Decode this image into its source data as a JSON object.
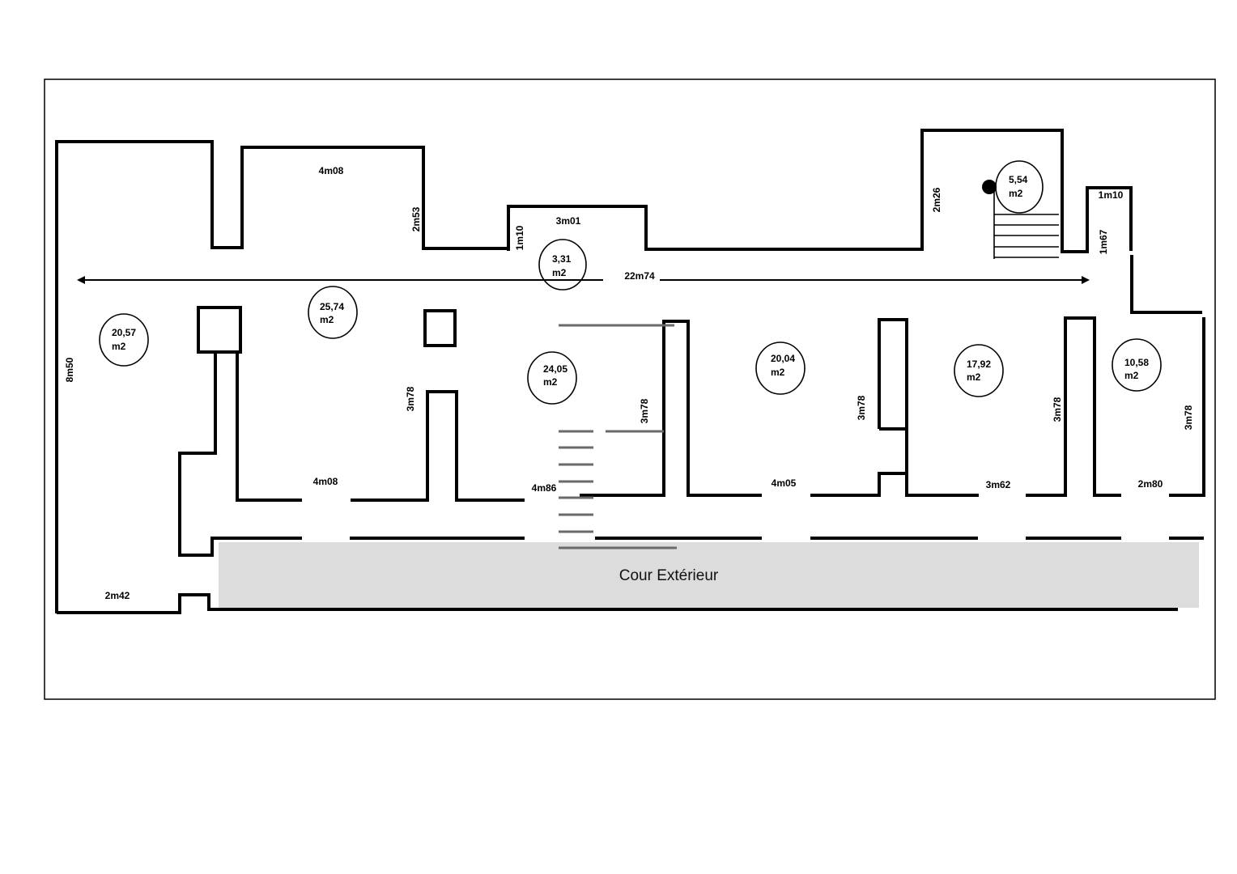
{
  "plan": {
    "courtyard_label": "Cour Extérieur",
    "overall_length": "22m74",
    "rooms": [
      {
        "area": "20,57",
        "unit": "m2"
      },
      {
        "area": "25,74",
        "unit": "m2"
      },
      {
        "area": "3,31",
        "unit": "m2"
      },
      {
        "area": "24,05",
        "unit": "m2"
      },
      {
        "area": "20,04",
        "unit": "m2"
      },
      {
        "area": "17,92",
        "unit": "m2"
      },
      {
        "area": "10,58",
        "unit": "m2"
      },
      {
        "area": "5,54",
        "unit": "m2"
      }
    ],
    "dimensions": {
      "top_4m08": "4m08",
      "wall_2m53": "2m53",
      "wall_1m10_left": "1m10",
      "top_3m01": "3m01",
      "wall_2m26": "2m26",
      "top_1m10_right": "1m10",
      "wall_1m67": "1m67",
      "left_8m50": "8m50",
      "wall_3m78_a": "3m78",
      "wall_3m78_b": "3m78",
      "wall_3m78_c": "3m78",
      "wall_3m78_d": "3m78",
      "wall_3m78_e": "3m78",
      "bottom_4m08": "4m08",
      "bottom_4m86": "4m86",
      "bottom_4m05": "4m05",
      "bottom_3m62": "3m62",
      "bottom_2m80": "2m80",
      "bottom_2m42": "2m42"
    }
  }
}
